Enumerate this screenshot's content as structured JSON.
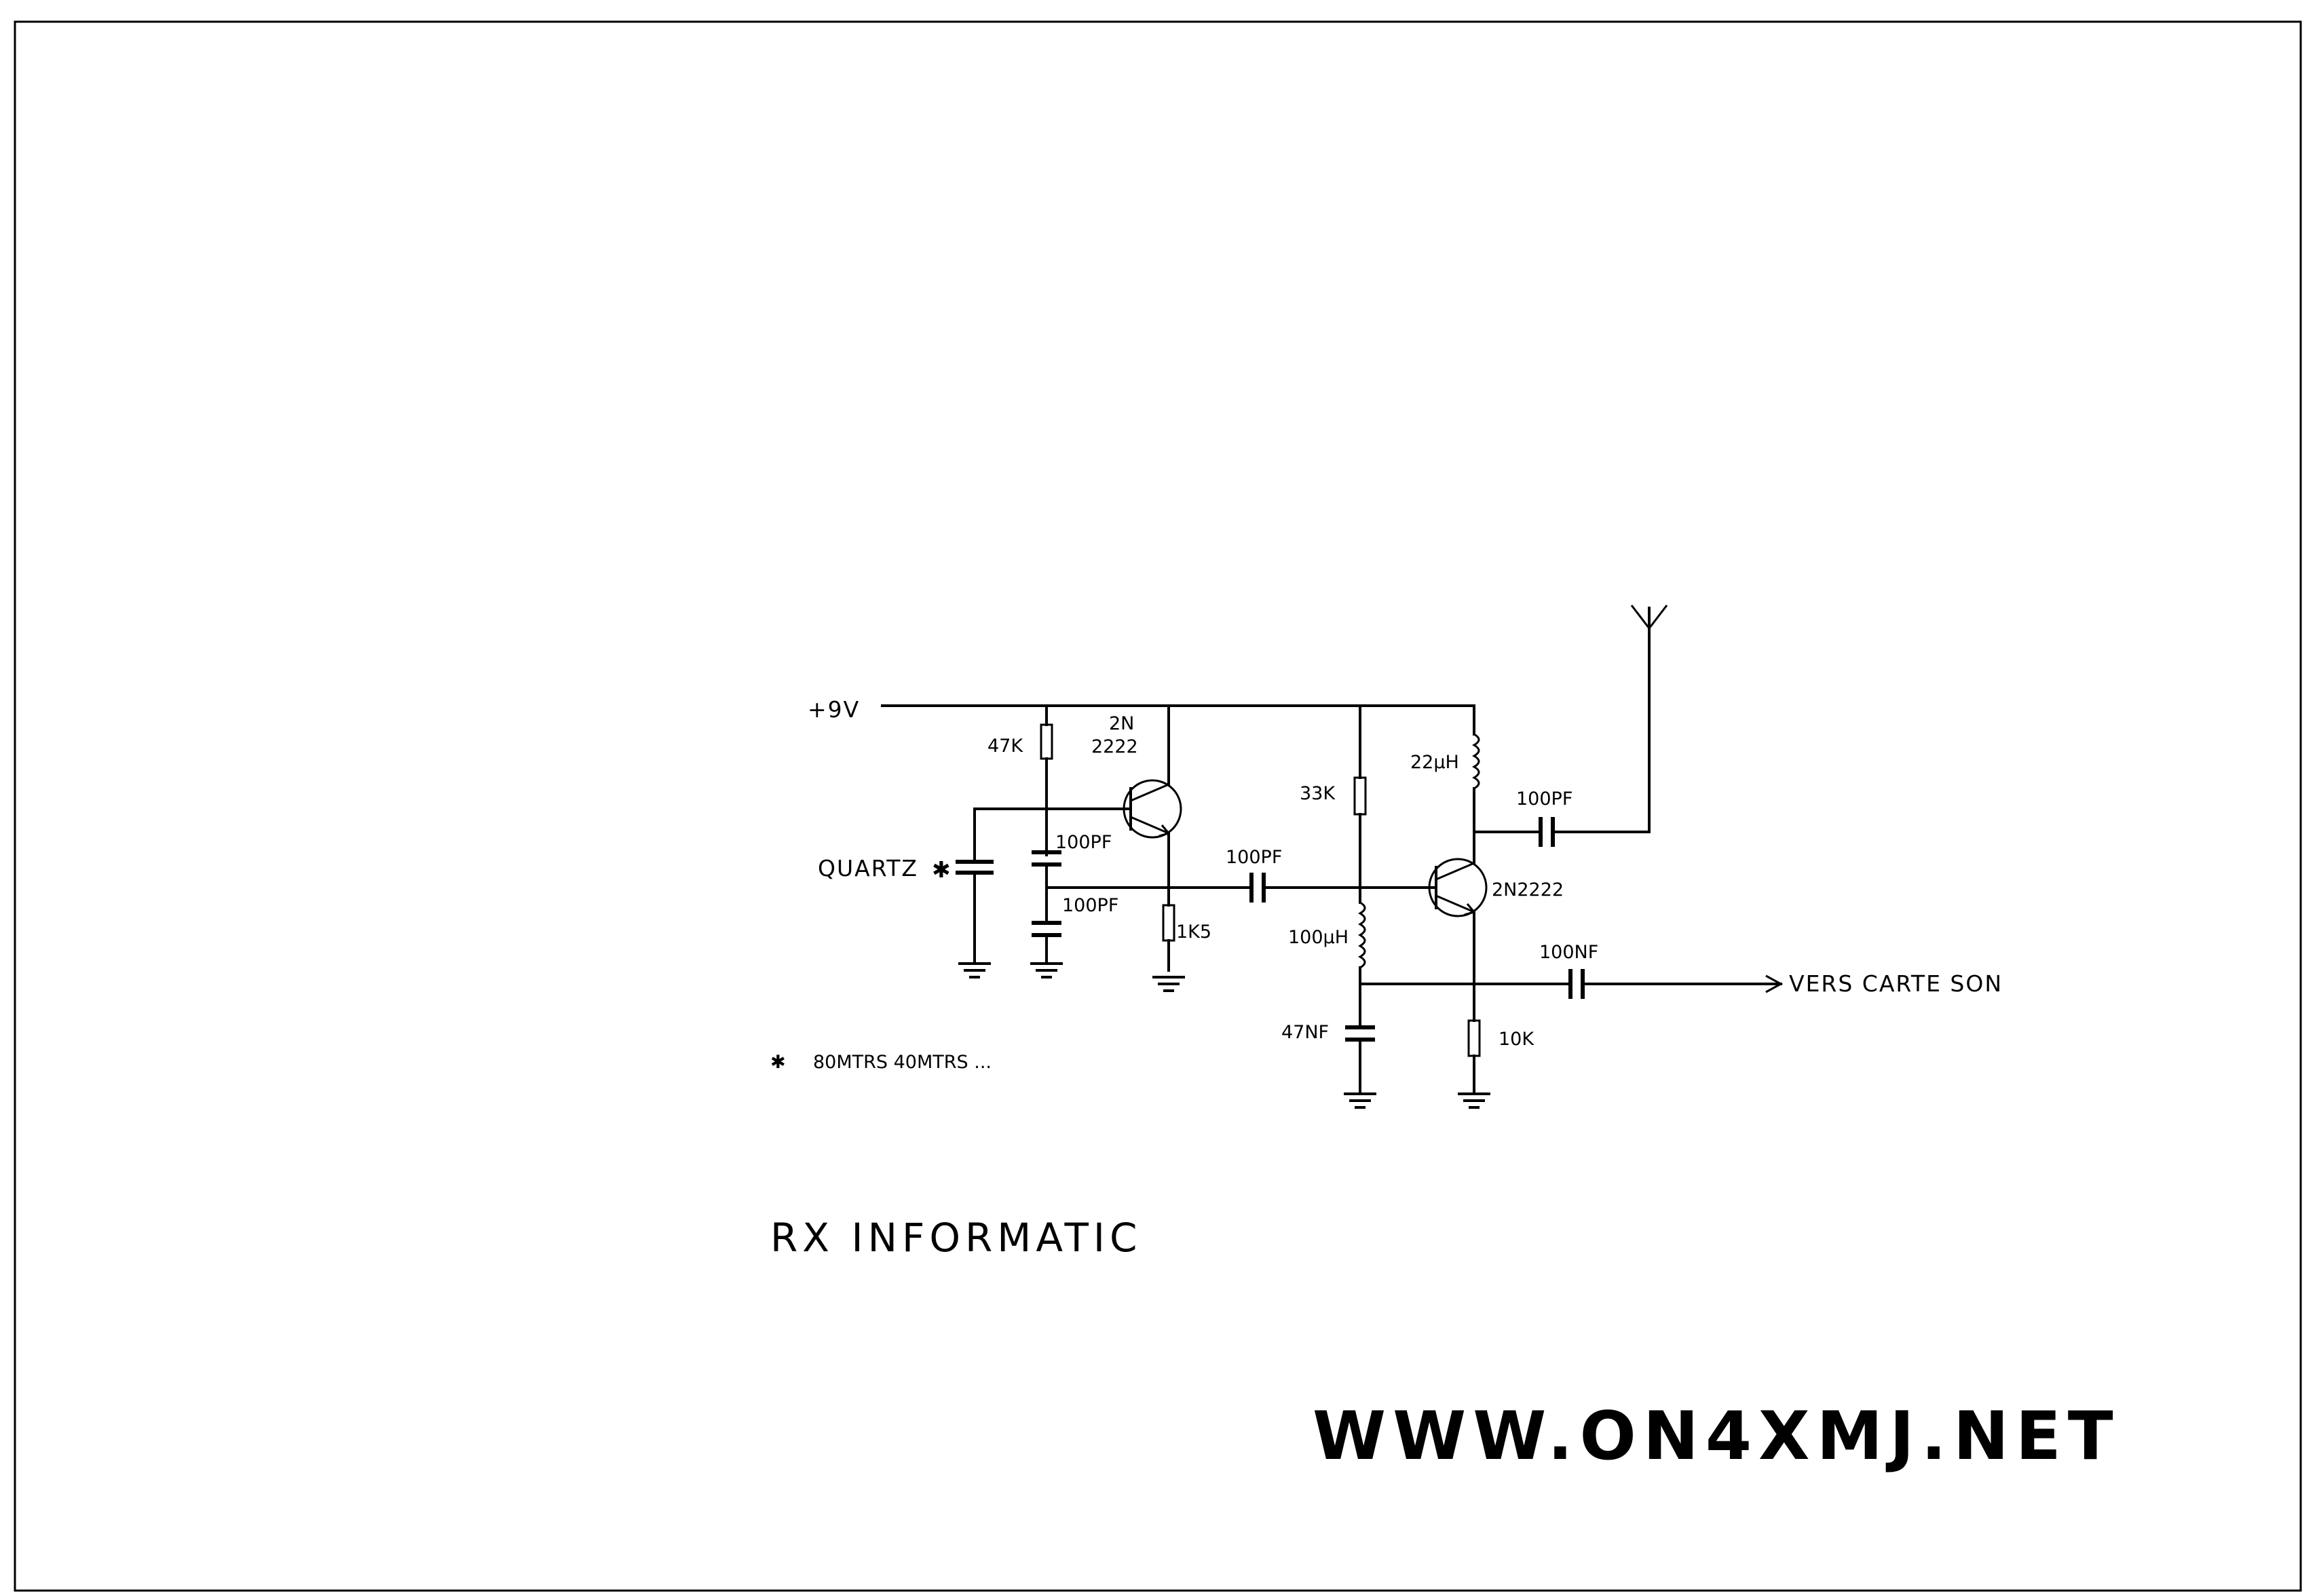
{
  "labels": {
    "supply": "+9V",
    "r1": "47K",
    "q1_line1": "2N",
    "q1_line2": "2222",
    "c1": "100PF",
    "c2": "100PF",
    "quartz": "QUARTZ",
    "quartz_mark": "✱",
    "r_emitter": "1K5",
    "c_couple": "100PF",
    "r_bias": "33K",
    "l_choke": "100µH",
    "c_bypass": "47NF",
    "l_collector": "22µH",
    "c_antenna": "100PF",
    "q2": "2N2222",
    "c_out": "100NF",
    "output": "VERS CARTE SON",
    "r_load": "10K",
    "note_mark": "✱",
    "note": "80MTRS 40MTRS ..."
  },
  "title": "RX INFORMATIC",
  "website": "WWW.ON4XMJ.NET"
}
